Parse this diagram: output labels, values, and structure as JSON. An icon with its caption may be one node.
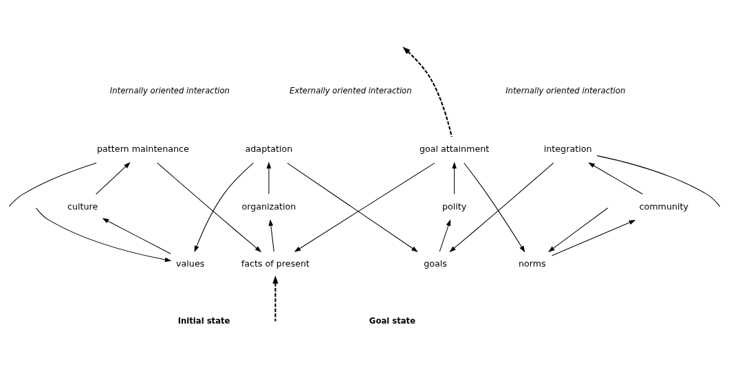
{
  "diagram": {
    "nodes": [
      {
        "text": [
          "pattern maintenance"
        ]
      },
      {
        "text": [
          "adaptation"
        ]
      },
      {
        "text": [
          "goal attainment"
        ]
      },
      {
        "text": [
          "integration"
        ]
      },
      {
        "text": [
          "culture"
        ]
      },
      {
        "text": [
          "organization"
        ]
      },
      {
        "text": [
          "polity"
        ]
      },
      {
        "text": [
          "community"
        ]
      },
      {
        "text": [
          "values"
        ]
      },
      {
        "text": [
          "facts of present"
        ]
      },
      {
        "text": [
          "goals"
        ]
      },
      {
        "text": [
          "norms"
        ]
      }
    ],
    "edges": [
      {
        "from": 4,
        "to": 0,
        "arrow": "to"
      },
      {
        "from": 8,
        "to": 4,
        "arrow": "to"
      },
      {
        "from": 5,
        "to": 1,
        "arrow": "to"
      },
      {
        "from": 9,
        "to": 5,
        "arrow": "to"
      },
      {
        "from": 6,
        "to": 2,
        "arrow": "to"
      },
      {
        "from": 10,
        "to": 6,
        "arrow": "to"
      },
      {
        "from": 7,
        "to": 3,
        "arrow": "to"
      },
      {
        "from": 11,
        "to": 7,
        "arrow": "to"
      },
      {
        "from": null,
        "to": 0,
        "arrow": "none"
      },
      {
        "from": null,
        "to": 8,
        "arrow": "to"
      },
      {
        "from": 0,
        "to": 9,
        "arrow": "to"
      },
      {
        "from": 1,
        "to": 8,
        "arrow": "to"
      },
      {
        "from": 1,
        "to": 10,
        "arrow": "to"
      },
      {
        "from": 2,
        "to": 9,
        "arrow": "to"
      },
      {
        "from": 2,
        "to": 11,
        "arrow": "to"
      },
      {
        "from": 3,
        "to": 10,
        "arrow": "to"
      },
      {
        "from": 3,
        "to": null,
        "arrow": "none"
      },
      {
        "from": null,
        "to": 11,
        "arrow": "to"
      },
      {
        "from": null,
        "to": 9,
        "arrow": "to",
        "style": "dashed"
      },
      {
        "from": 2,
        "to": null,
        "arrow": "to",
        "style": "dashed"
      }
    ],
    "labels": [
      "Internally oriented interaction",
      "Externally oriented interaction",
      "Internally oriented interaction",
      "Initial state",
      "Goal state"
    ]
  }
}
